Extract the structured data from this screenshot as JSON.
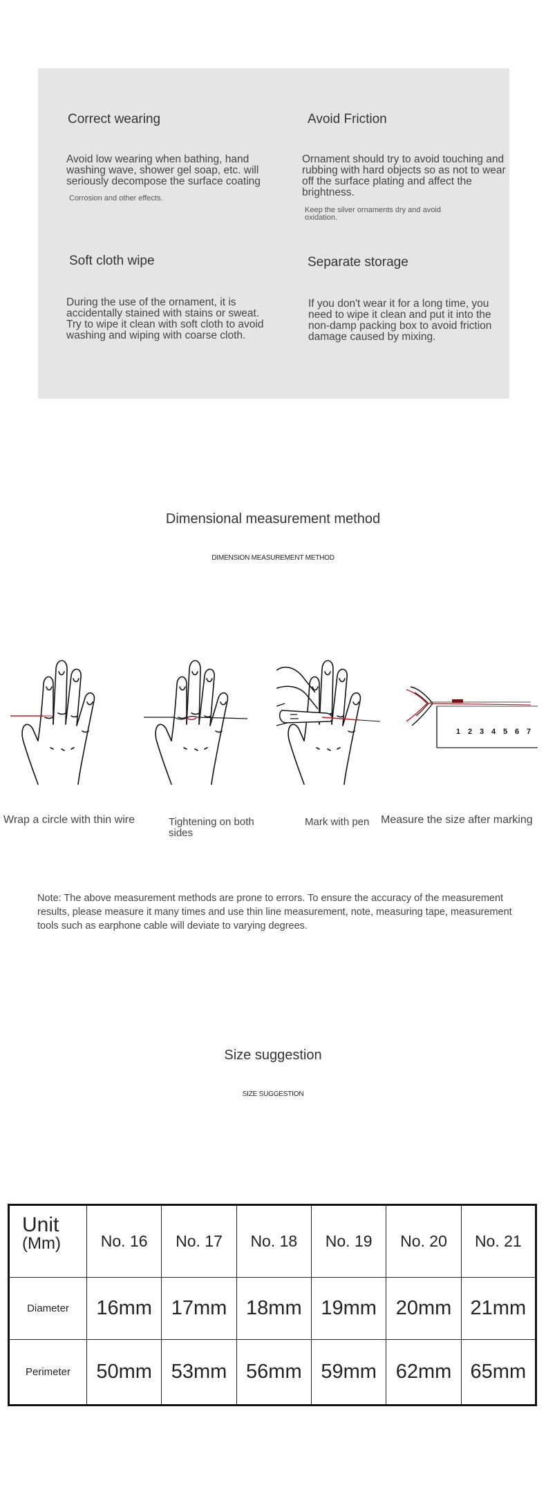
{
  "care": {
    "correct_wearing": {
      "title": "Correct wearing",
      "body": "Avoid low wearing when bathing, hand washing wave, shower gel soap, etc. will seriously decompose the surface coating",
      "note": "Corrosion and other effects."
    },
    "avoid_friction": {
      "title": "Avoid Friction",
      "body": "Ornament should try to avoid touching and rubbing with hard objects so as not to wear off the surface plating and affect the brightness.",
      "note": "Keep the silver ornaments dry and avoid oxidation."
    },
    "soft_cloth": {
      "title": "Soft cloth wipe",
      "body": "During the use of the ornament, it is accidentally stained with stains or sweat. Try to wipe it clean with soft cloth to avoid washing and wiping with coarse cloth."
    },
    "separate_storage": {
      "title": "Separate storage",
      "body": "If you don't wear it for a long time, you need to wipe it clean and put it into the non-damp packing box to avoid friction damage caused by mixing."
    }
  },
  "measurement": {
    "title": "Dimensional measurement method",
    "subtitle": "DIMENSION MEASUREMENT METHOD",
    "steps": [
      {
        "label": "Wrap a circle with thin wire"
      },
      {
        "label": "Tightening on both sides"
      },
      {
        "label": "Mark with pen"
      },
      {
        "label": "Measure the size after marking"
      }
    ],
    "ruler_numbers": [
      "1",
      "2",
      "3",
      "4",
      "5",
      "6",
      "7"
    ],
    "note": "Note: The above measurement methods are prone to errors. To ensure the accuracy of the measurement results, please measure it many times and use thin line measurement, note, measuring tape, measurement tools such as earphone cable will deviate to varying degrees."
  },
  "size": {
    "title": "Size suggestion",
    "subtitle": "SIZE SUGGESTION",
    "unit_main": "Unit",
    "unit_sub": "(Mm)",
    "columns": [
      "No. 16",
      "No. 17",
      "No. 18",
      "No. 19",
      "No. 20",
      "No. 21"
    ],
    "diameter_label": "Diameter",
    "perimeter_label": "Perimeter",
    "diameter": [
      "16mm",
      "17mm",
      "18mm",
      "19mm",
      "20mm",
      "21mm"
    ],
    "perimeter": [
      "50mm",
      "53mm",
      "56mm",
      "59mm",
      "62mm",
      "65mm"
    ]
  },
  "colors": {
    "panel_bg": "#e5e5e5",
    "thread_red": "#c8141e"
  }
}
